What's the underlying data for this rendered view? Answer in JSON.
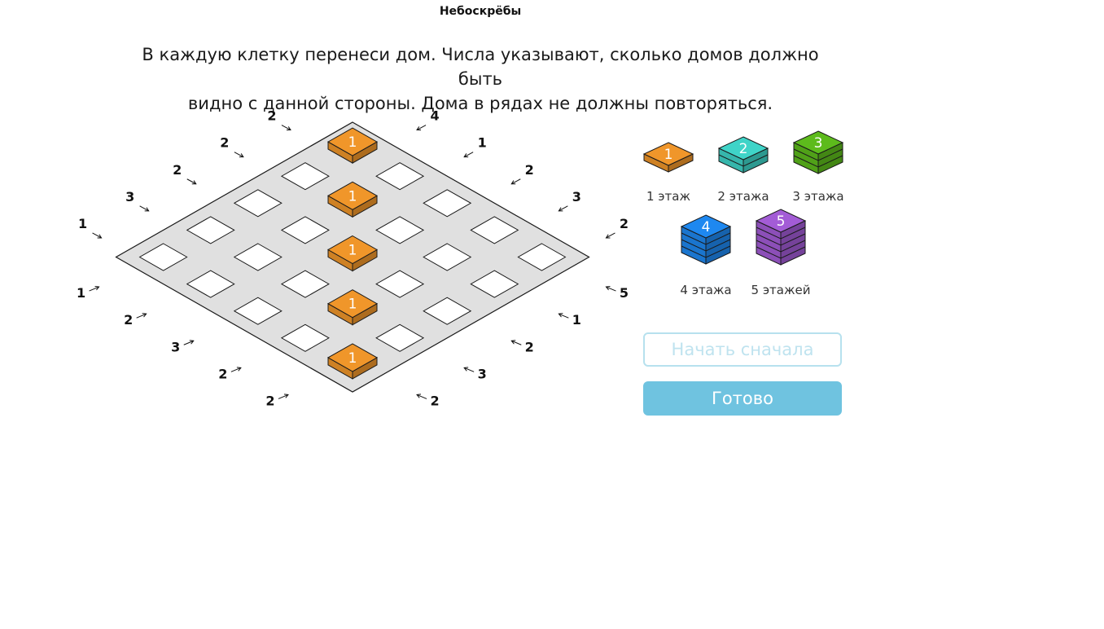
{
  "title": "Небоскрёбы",
  "instructions": {
    "line1": "В каждую клетку перенеси дом. Числа указывают, сколько домов должно быть",
    "line2": "видно с данной стороны. Дома в рядах не должны повторяться."
  },
  "grid": {
    "size": 5,
    "placed": [
      {
        "row": 0,
        "col": 0,
        "value": "1"
      },
      {
        "row": 1,
        "col": 1,
        "value": "1"
      },
      {
        "row": 2,
        "col": 2,
        "value": "1"
      },
      {
        "row": 3,
        "col": 3,
        "value": "1"
      },
      {
        "row": 4,
        "col": 4,
        "value": "1"
      }
    ]
  },
  "clues": {
    "upper_left": [
      "2",
      "2",
      "2",
      "3",
      "1"
    ],
    "upper_right": [
      "4",
      "1",
      "2",
      "3",
      "2"
    ],
    "lower_left": [
      "1",
      "2",
      "3",
      "2",
      "2"
    ],
    "lower_right": [
      "2",
      "3",
      "2",
      "1",
      "5"
    ]
  },
  "palette": [
    {
      "value": "1",
      "floors": 1,
      "label": "1 этаж",
      "color": "#f0962a"
    },
    {
      "value": "2",
      "floors": 2,
      "label": "2 этажа",
      "color": "#3fd4c8"
    },
    {
      "value": "3",
      "floors": 3,
      "label": "3 этажа",
      "color": "#5dbb1c"
    },
    {
      "value": "4",
      "floors": 4,
      "label": "4 этажа",
      "color": "#1e88f0"
    },
    {
      "value": "5",
      "floors": 5,
      "label": "5 этажей",
      "color": "#a35cd6"
    }
  ],
  "buttons": {
    "reset": "Начать сначала",
    "done": "Готово"
  },
  "colors": {
    "board": "#e0e0e0",
    "cell": "#ffffff",
    "outline": "#1a1a1a"
  }
}
